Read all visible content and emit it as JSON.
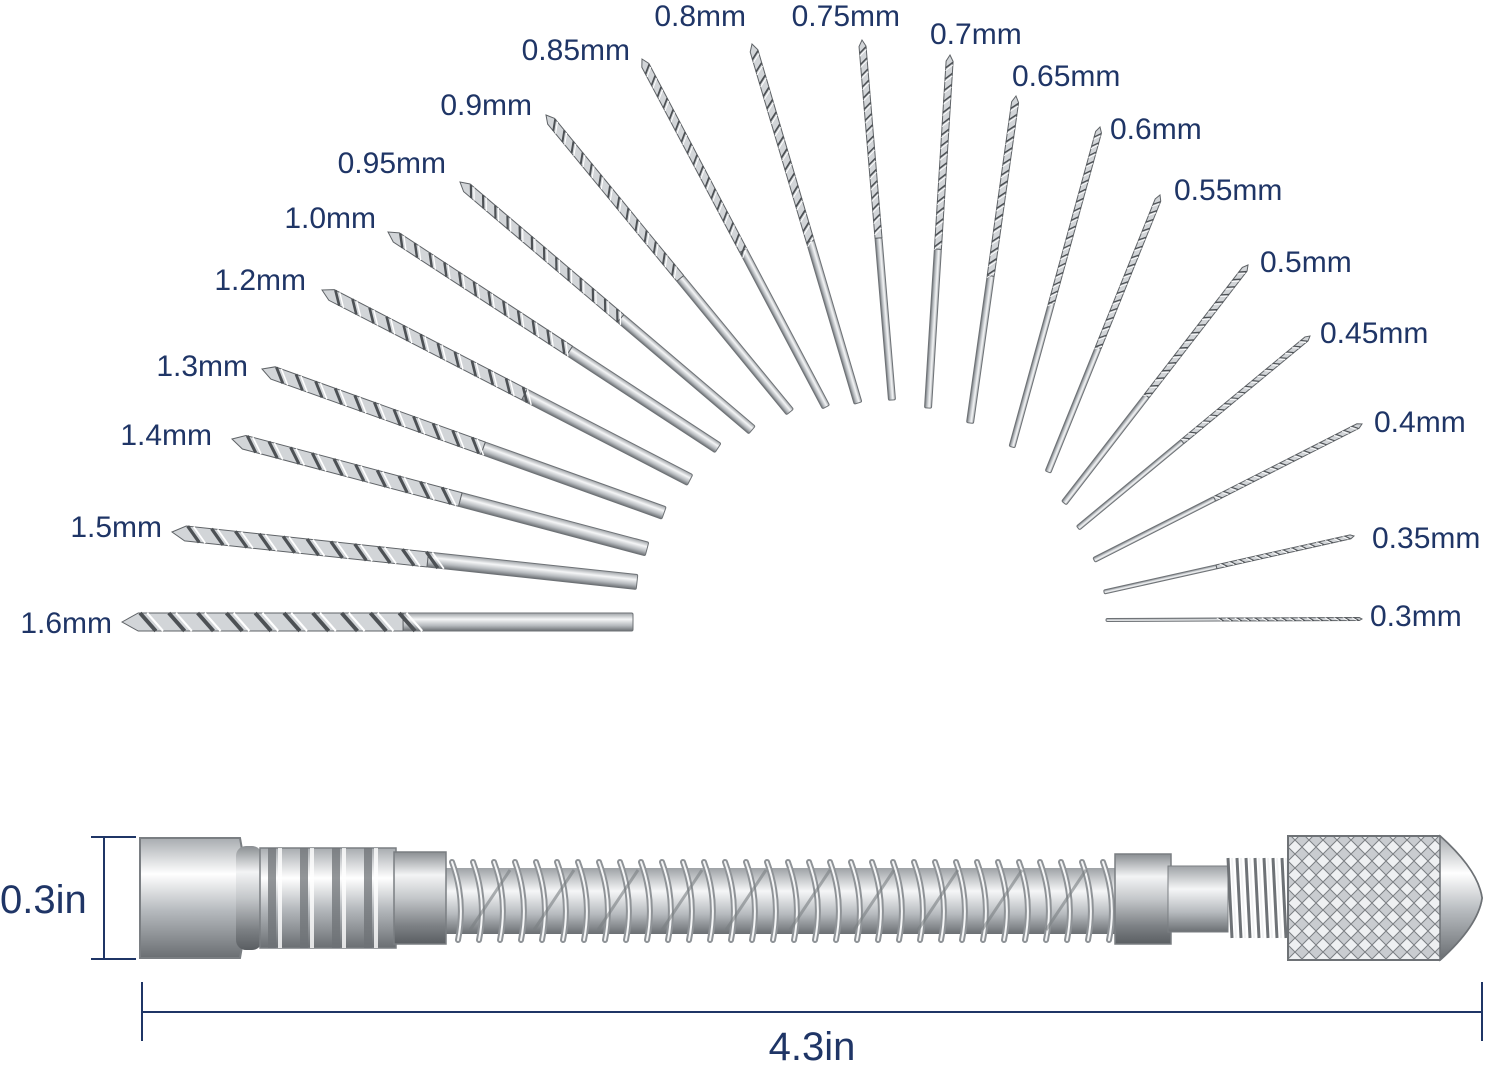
{
  "bit_labels": [
    "1.6mm",
    "1.5mm",
    "1.4mm",
    "1.3mm",
    "1.2mm",
    "1.0mm",
    "0.95mm",
    "0.9mm",
    "0.85mm",
    "0.8mm",
    "0.75mm",
    "0.7mm",
    "0.65mm",
    "0.6mm",
    "0.55mm",
    "0.5mm",
    "0.45mm",
    "0.4mm",
    "0.35mm",
    "0.3mm"
  ],
  "dimensions": {
    "height": "0.3in",
    "length": "4.3in"
  },
  "colors": {
    "label": "#1f3566",
    "metal": "#b8bcc0",
    "metal_dark": "#6e7276",
    "metal_light": "#eef0f2"
  }
}
